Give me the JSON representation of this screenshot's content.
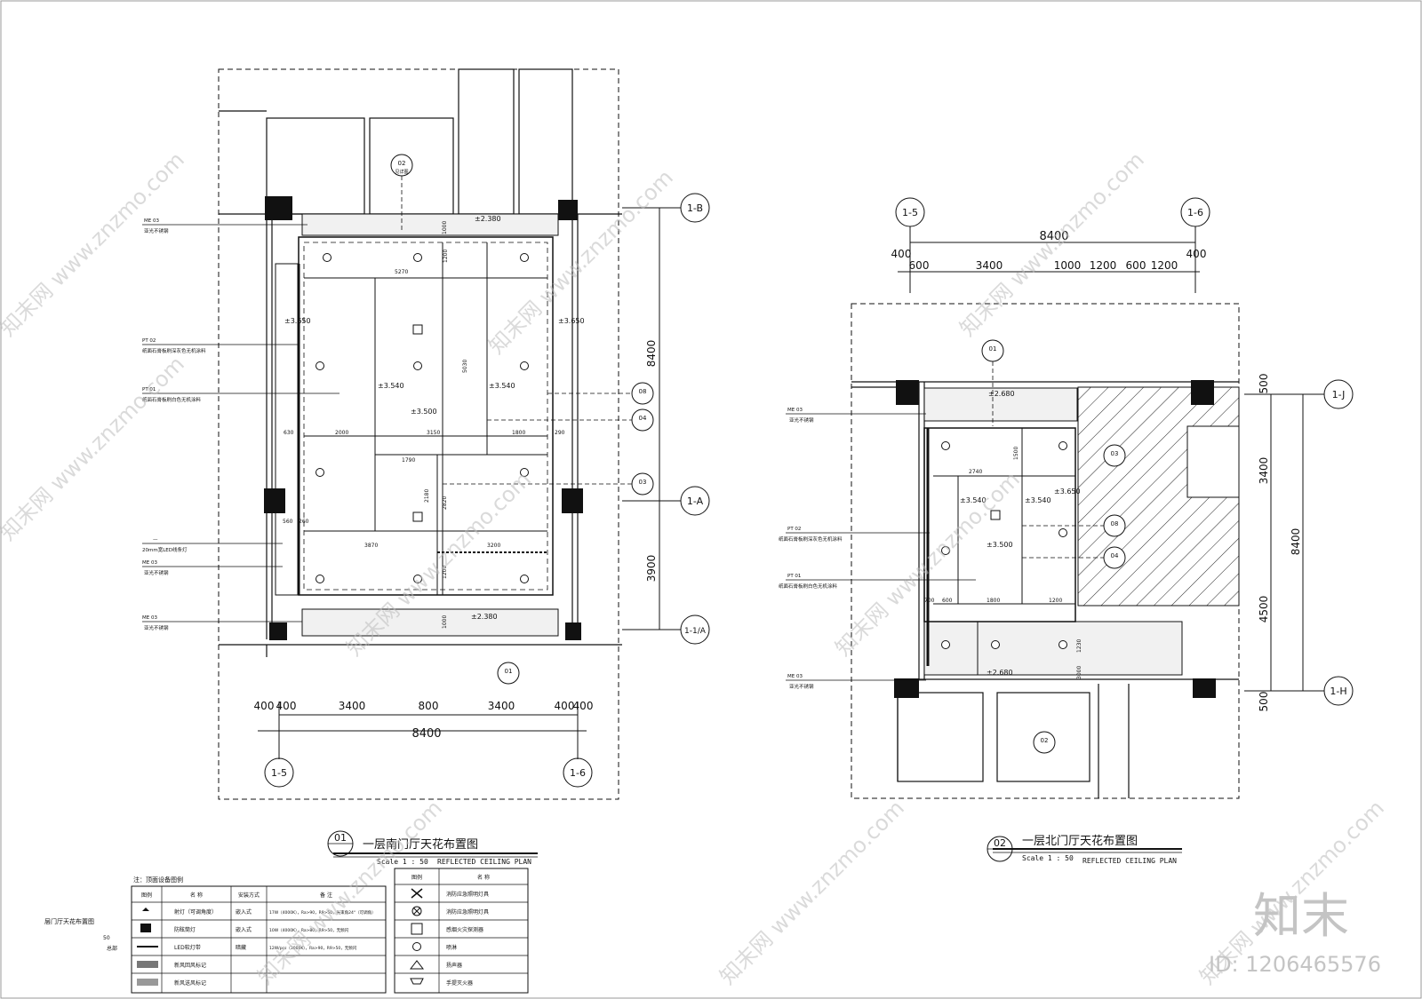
{
  "plan1": {
    "no": "01",
    "title_cn": "一层南门厅天花布置图",
    "scale": "Scale 1 : 50",
    "title_en": "REFLECTED CEILING PLAN",
    "axis_top": "1-B",
    "axis_mid": "1-A",
    "axis_bot": "1-1/A",
    "axis_left": "1-5",
    "axis_right": "1-6",
    "dim_total": "8400",
    "dims_h": [
      "400",
      "400",
      "3400",
      "800",
      "3400",
      "400",
      "400"
    ],
    "dim_v_top": "8400",
    "dim_v_bot": "3900",
    "inner": [
      "5270",
      "1200",
      "5030",
      "2000",
      "3150",
      "1800",
      "630",
      "1790",
      "3870",
      "3200",
      "2180",
      "2820",
      "1200",
      "1000",
      "1000",
      "560",
      "290",
      "260"
    ],
    "levels": [
      "±2.380",
      "±3.540",
      "±3.540",
      "±3.500",
      "±3.650",
      "±3.650",
      "±2.380"
    ],
    "tags": [
      "02",
      "08",
      "04",
      "03",
      "01"
    ],
    "tag_sub": "见详图",
    "notes": [
      {
        "code": "ME 03",
        "text": "亚光不锈钢"
      },
      {
        "code": "PT 02",
        "text": "纸面石膏板刷深灰色无机涂料"
      },
      {
        "code": "PT 01",
        "text": "纸面石膏板刷白色无机涂料"
      },
      {
        "code": "—",
        "text": "20mm宽LED线条灯"
      },
      {
        "code": "ME 03",
        "text": "亚光不锈钢"
      },
      {
        "code": "ME 03",
        "text": "亚光不锈钢"
      }
    ]
  },
  "plan2": {
    "no": "02",
    "title_cn": "一层北门厅天花布置图",
    "scale": "Scale 1 : 50",
    "title_en": "REFLECTED CEILING PLAN",
    "axis_left": "1-5",
    "axis_right": "1-6",
    "axis_top": "1-J",
    "axis_bot": "1-H",
    "dim_total": "8400",
    "dims_h": [
      "400",
      "600",
      "3400",
      "1000",
      "1200",
      "600",
      "1200",
      "400"
    ],
    "dims_v": [
      "500",
      "3400",
      "4500",
      "500"
    ],
    "dim_v_total": "8400",
    "inner": [
      "2740",
      "1500",
      "1800",
      "1200",
      "600",
      "700",
      "1230",
      "3000"
    ],
    "levels": [
      "±2.680",
      "±3.540",
      "±3.540",
      "±3.500",
      "±3.650",
      "±2.680"
    ],
    "tags": [
      "01",
      "03",
      "08",
      "04",
      "02"
    ],
    "notes": [
      {
        "code": "ME 03",
        "text": "亚光不锈钢"
      },
      {
        "code": "PT 02",
        "text": "纸面石膏板刷深灰色无机涂料"
      },
      {
        "code": "PT 01",
        "text": "纸面石膏板刷白色无机涂料"
      },
      {
        "code": "ME 03",
        "text": "亚光不锈钢"
      }
    ]
  },
  "legend1": {
    "caption": "注：顶面设备图例",
    "headers": [
      "图例",
      "名 称",
      "安装方式",
      "备 注"
    ],
    "rows": [
      {
        "name": "射灯（可调角度）",
        "mount": "嵌入式",
        "note": "17W（4000K），Ra>90，R9>50，光束角24°（可调角）"
      },
      {
        "name": "防眩筒灯",
        "mount": "嵌入式",
        "note": "10W（4000K），Ra>80，R9>50，无频闪"
      },
      {
        "name": "LED软灯带",
        "mount": "暗藏",
        "note": "12W/pcs（3000K），Ra>90，R9>50，无频闪"
      },
      {
        "name": "新风回风标记",
        "mount": "",
        "note": ""
      },
      {
        "name": "新风送风标记",
        "mount": "",
        "note": ""
      }
    ]
  },
  "legend2": {
    "headers": [
      "图例",
      "名 称"
    ],
    "rows": [
      "消防应急照明灯具",
      "消防应急照明灯具",
      "感烟火灾探测器",
      "喷淋",
      "扬声器",
      "手提灭火器"
    ]
  },
  "side_note": {
    "title": "层门厅天花布置图",
    "scale": "50",
    "label": "总部"
  },
  "watermark": {
    "text": "知末网 www.znzmo.com",
    "brand": "知末",
    "id": "ID: 1206465576"
  }
}
